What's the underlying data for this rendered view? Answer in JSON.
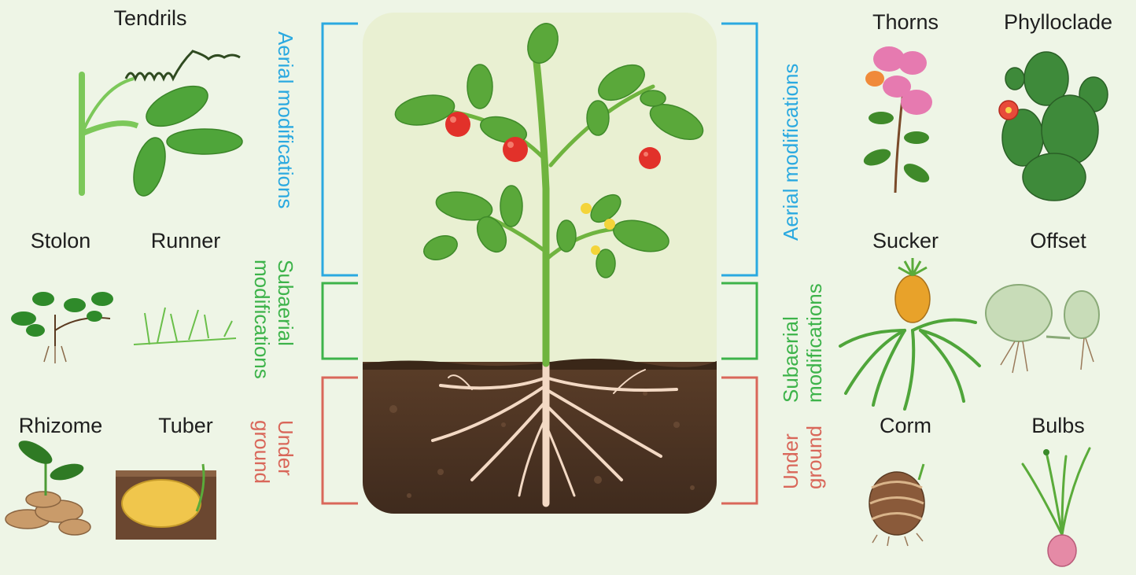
{
  "labels": {
    "tendrils": "Tendrils",
    "stolon": "Stolon",
    "runner": "Runner",
    "rhizome": "Rhizome",
    "tuber": "Tuber",
    "thorns": "Thorns",
    "phylloclade": "Phylloclade",
    "sucker": "Sucker",
    "offset": "Offset",
    "corm": "Corm",
    "bulbs": "Bulbs"
  },
  "groups": {
    "aerial": "Aerial modifications",
    "subaerial_1": "Subaerial",
    "subaerial_2": "modifications",
    "underground_1": "Under",
    "underground_2": "ground"
  },
  "colors": {
    "aerial": "#2aa9e0",
    "subaerial": "#3db34a",
    "underground": "#d9675a",
    "background": "#eef5e6",
    "panel_sky": "#e9f0d2",
    "soil": "#4a3324"
  }
}
